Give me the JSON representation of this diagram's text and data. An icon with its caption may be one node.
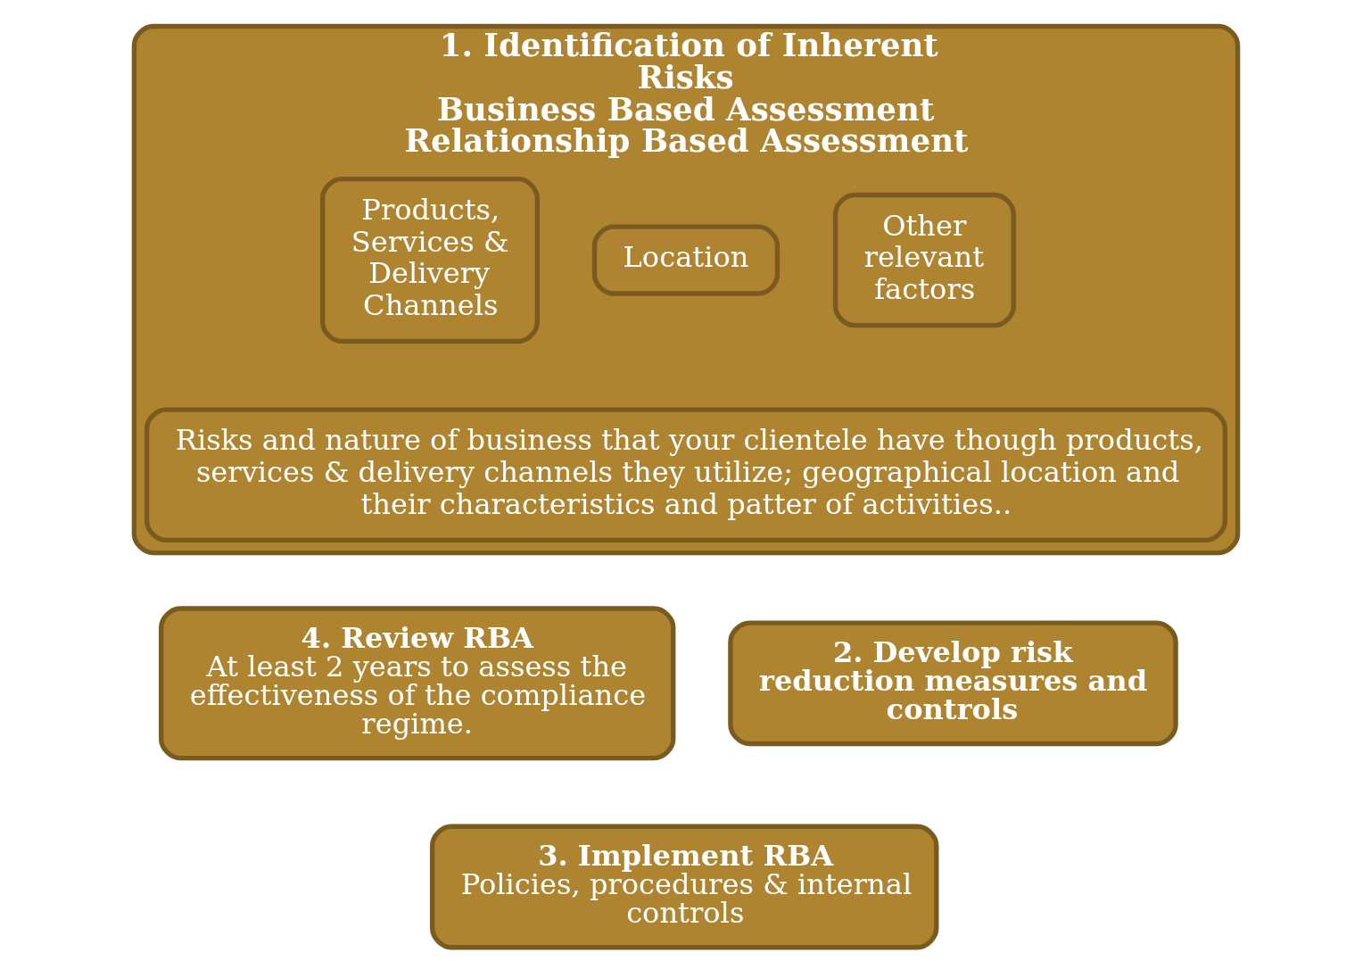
{
  "diagram": {
    "nodes": [
      {
        "text": [
          "1. Identification of Inherent Risks",
          "Business Based Assessment",
          "Relationship Based Assessment"
        ]
      },
      {
        "text": [
          "Products, Services & Delivery Channels"
        ],
        "in": 0
      },
      {
        "text": [
          "Location"
        ],
        "in": 0
      },
      {
        "text": [
          "Other relevant factors"
        ],
        "in": 0
      },
      {
        "text": [
          "Risks and nature of business that your clientele have though products, services & delivery channels they utilize; geographical location and their characteristics and patter of activities.."
        ],
        "in": 0
      },
      {
        "text": [
          "4. Review RBA",
          "At least 2 years to assess the effectiveness of the compliance regime."
        ]
      },
      {
        "text": [
          "2. Develop risk reduction measures and controls"
        ]
      },
      {
        "text": [
          "3. Implement RBA",
          "Policies, procedures & internal controls"
        ]
      }
    ]
  }
}
